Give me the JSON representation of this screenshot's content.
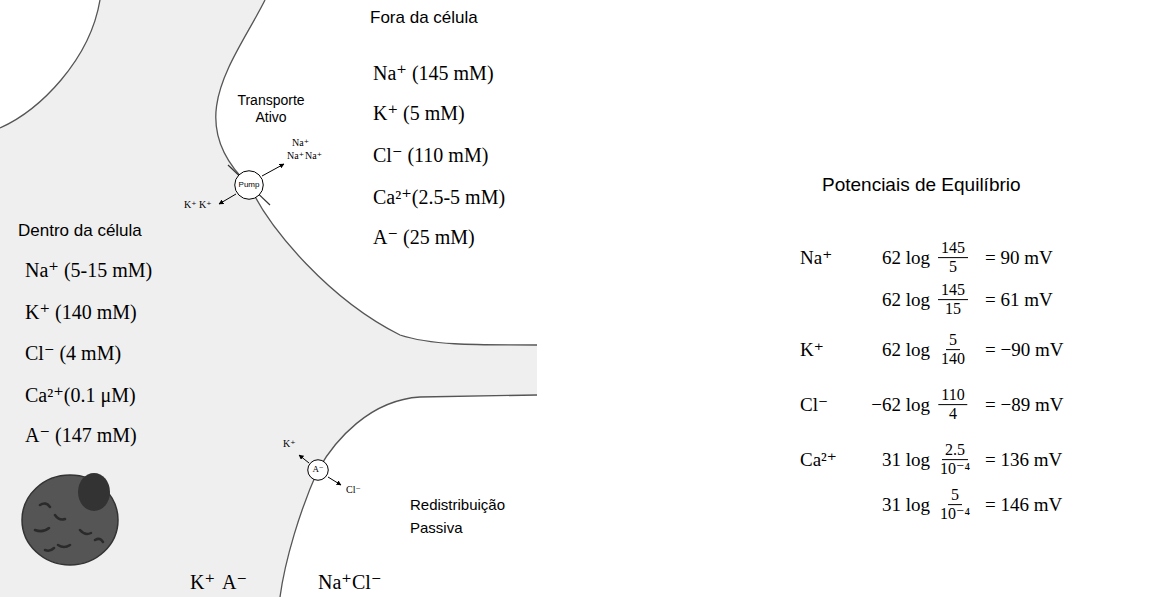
{
  "diagram": {
    "nodes": [
      {
        "text": [
          "Pump"
        ]
      },
      {
        "text": [
          "A⁻"
        ]
      }
    ],
    "labels": [
      "Fora da célula",
      "Na⁺ (145 mM)",
      "K⁺ (5 mM)",
      "Cl⁻ (110 mM)",
      "Ca²⁺(2.5-5 mM)",
      "A⁻ (25 mM)",
      "Transporte Ativo",
      "Na⁺",
      "Na⁺",
      "Na⁺",
      "K⁺",
      "K⁺",
      "Dentro da célula",
      "Na⁺ (5-15 mM)",
      "K⁺ (140 mM)",
      "Cl⁻ (4 mM)",
      "Ca²⁺(0.1 μM)",
      "A⁻ (147 mM)",
      "K⁺",
      "Cl⁻",
      "Redistribuição Passiva",
      "K⁺",
      "A⁻",
      "Na⁺",
      "Cl⁻",
      "Potenciais de Equilíbrio",
      "Na⁺",
      "62 log",
      "145",
      "5",
      "= 90 mV",
      "62 log",
      "145",
      "15",
      "= 61 mV",
      "K⁺",
      "62 log",
      "5",
      "140",
      "= −90 mV",
      "Cl⁻",
      "−62 log",
      "110",
      "4",
      "= −89 mV",
      "Ca²⁺",
      "31 log",
      "2.5",
      "10⁻⁴",
      "= 136 mV",
      "31 log",
      "5",
      "10⁻⁴",
      "= 146 mV"
    ]
  }
}
